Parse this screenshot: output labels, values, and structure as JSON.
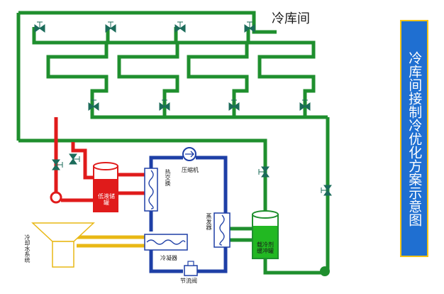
{
  "title": "冷库间",
  "side_panel": {
    "text": "冷库间接制冷优化方案示意图"
  },
  "labels": {
    "heat_exchanger": "热交换",
    "compressor": "压缩机",
    "evaporator": "蒸发器",
    "condenser": "冷凝器",
    "throttle_valve": "节流阀",
    "cooling_water_system": "冷却水系统",
    "low_pressure_receiver": "低液储罐",
    "refrigerant_buffer_tank": "载冷剂缓冲罐"
  },
  "colors": {
    "green_pipe": "#1f8f2e",
    "red_pipe": "#e01b1b",
    "blue_pipe": "#1e3fa6",
    "yellow_pipe": "#e9b815",
    "panel_bg": "#1f6fd1",
    "panel_border": "#f3c316"
  }
}
